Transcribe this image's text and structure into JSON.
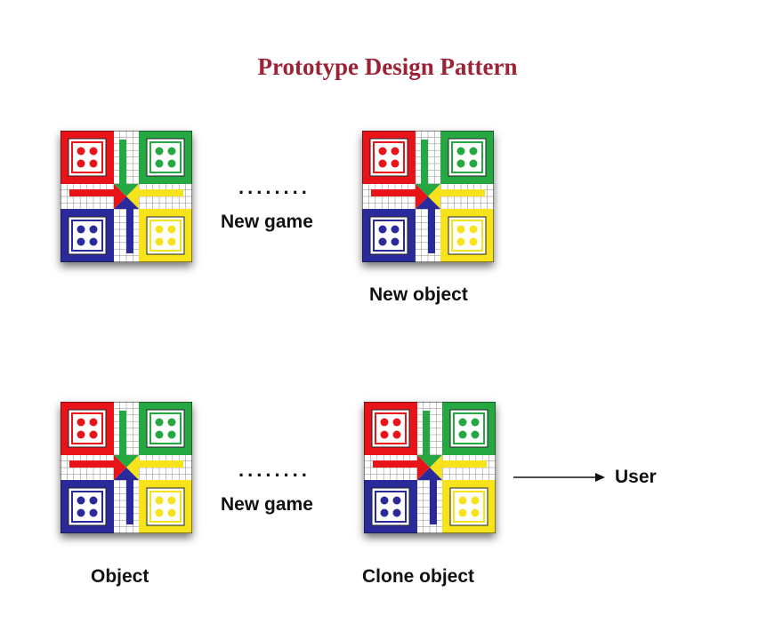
{
  "title": "Prototype Design Pattern",
  "colors": {
    "title": "#9b2335",
    "red": "#e8141a",
    "green": "#25a742",
    "blue": "#2a2a9a",
    "yellow": "#f6e31c",
    "line": "#111111"
  },
  "top_row": {
    "dots": "........",
    "connector_label": "New game",
    "right_caption": "New object"
  },
  "bottom_row": {
    "dots": "........",
    "connector_label": "New game",
    "left_caption": "Object",
    "right_caption": "Clone object",
    "arrow_target": "User"
  },
  "icons": {
    "board": "ludo-board-icon",
    "arrow": "right-arrow-icon"
  }
}
